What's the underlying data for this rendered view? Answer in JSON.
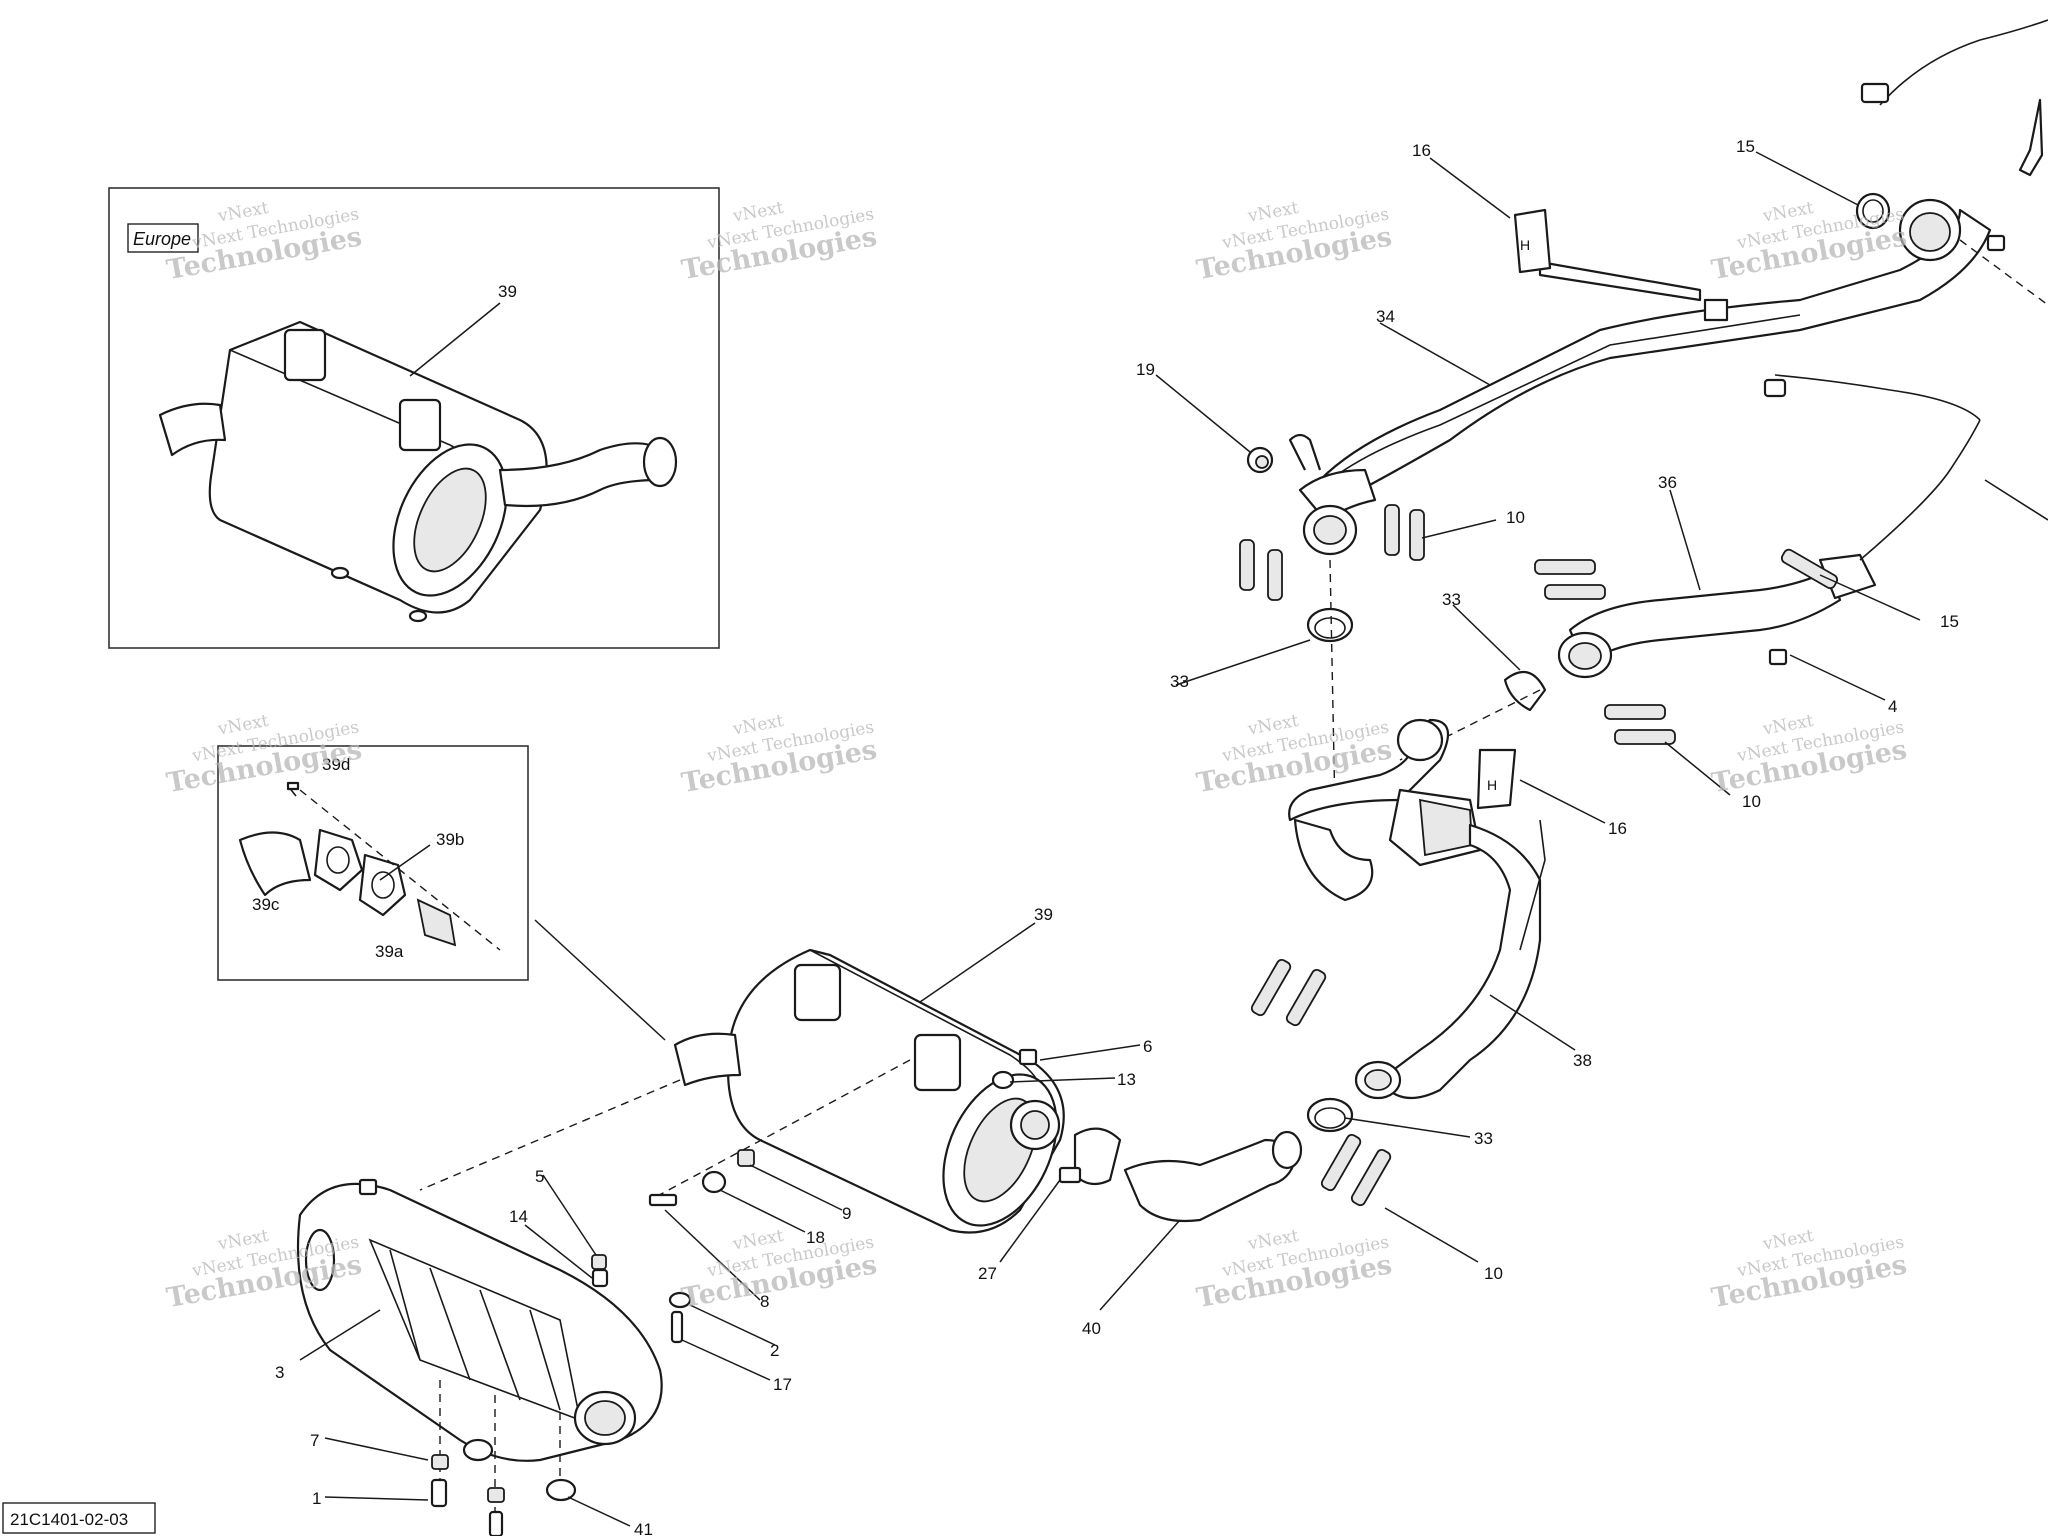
{
  "diagram": {
    "region_tag": "Europe",
    "reference_code": "21C1401-02-03",
    "callouts": [
      "39",
      "16",
      "15",
      "34",
      "19",
      "36",
      "10",
      "33",
      "33",
      "15",
      "4",
      "16",
      "10",
      "39d",
      "39b",
      "39c",
      "39a",
      "39",
      "6",
      "13",
      "38",
      "33",
      "9",
      "18",
      "27",
      "40",
      "10",
      "5",
      "14",
      "3",
      "8",
      "2",
      "17",
      "7",
      "1",
      "41"
    ]
  },
  "watermark": {
    "line1": "vNext",
    "line2": "vNext Technologies",
    "line3": "Technologies"
  }
}
